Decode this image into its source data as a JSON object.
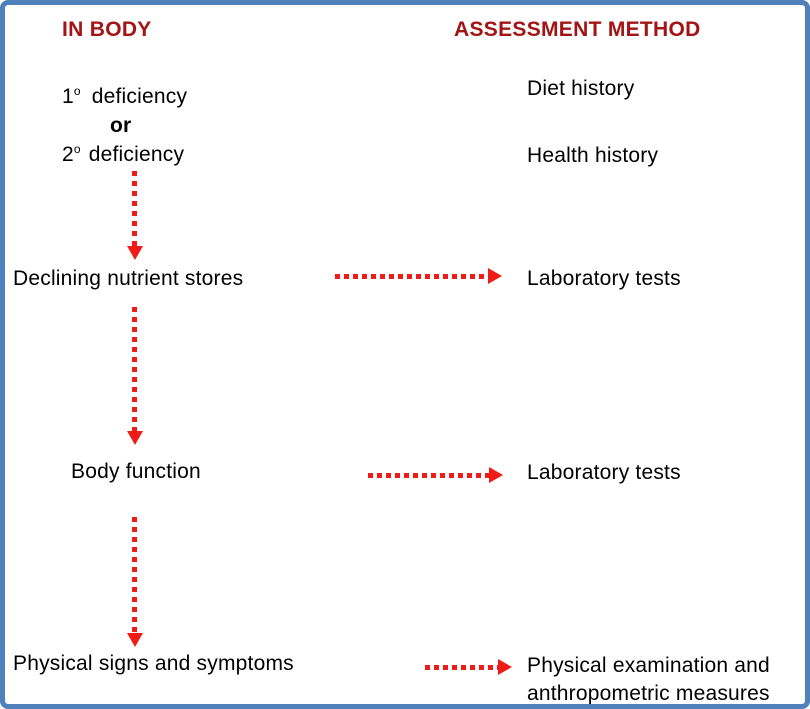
{
  "colors": {
    "border_blue": "#4E80BC",
    "header_red": "#A31414",
    "arrow_red": "#EE1B17",
    "text_black": "#000000"
  },
  "headers": {
    "left": "IN BODY",
    "right": "ASSESSMENT METHOD"
  },
  "stages": {
    "deficiency": {
      "primary": {
        "num": "1",
        "sup": "o",
        "text": "deficiency"
      },
      "or": "or",
      "secondary": {
        "num": "2",
        "sup": "o",
        "text": "deficiency"
      }
    },
    "declining": "Declining nutrient stores",
    "body_function": "Body function",
    "signs": "Physical signs and symptoms"
  },
  "methods": {
    "diet": "Diet history",
    "health": "Health history",
    "lab1": "Laboratory tests",
    "lab2": "Laboratory tests",
    "exam_line1": "Physical examination and",
    "exam_line2": "anthropometric measures"
  },
  "icons": {
    "down_arrows": "red-dotted-down-arrow-icon",
    "right_arrows": "red-dotted-right-arrow-icon"
  }
}
